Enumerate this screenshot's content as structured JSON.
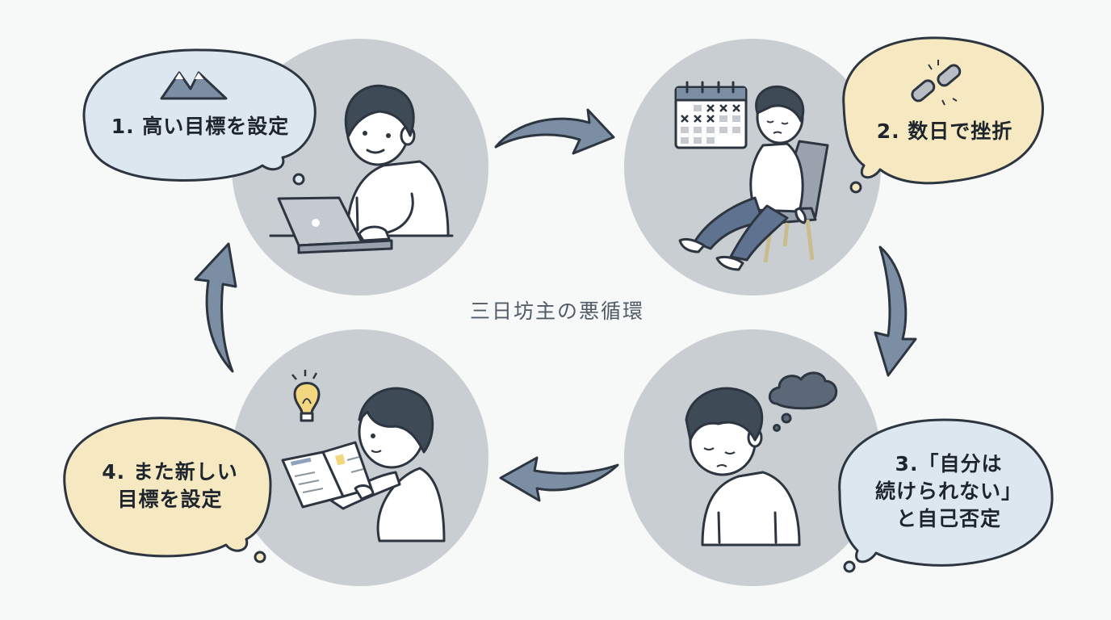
{
  "diagram": {
    "title": "三日坊主の悪循環",
    "type": "cycle",
    "colors": {
      "background": "#f7f8f8",
      "scene_circle": "#c9ced3",
      "bubble_blue": "#dde7ef",
      "bubble_yellow": "#f6e9c2",
      "arrow_fill": "#7b8ea3",
      "outline": "#2c3540",
      "title_text": "#4f5b67"
    },
    "steps": [
      {
        "number": "1",
        "label": "1. 高い目標を設定",
        "lines": [
          "1. 高い目標を設定"
        ],
        "bubble_color": "blue",
        "icon": "mountain-icon",
        "scene": "person-typing-on-laptop-smiling"
      },
      {
        "number": "2",
        "label": "2. 数日で挫折",
        "lines": [
          "2. 数日で挫折"
        ],
        "bubble_color": "yellow",
        "icon": "broken-chain-icon",
        "scene": "person-slumped-in-chair-with-calendar-crossed-days"
      },
      {
        "number": "3",
        "label": "3.「自分は続けられない」と自己否定",
        "lines": [
          "3.「自分は",
          "続けられない」",
          "と自己否定"
        ],
        "bubble_color": "blue",
        "icon": "dark-thought-cloud-icon",
        "scene": "person-head-down-sad"
      },
      {
        "number": "4",
        "label": "4. また新しい目標を設定",
        "lines": [
          "4. また新しい",
          "目標を設定"
        ],
        "bubble_color": "yellow",
        "icon": "lightbulb-icon",
        "scene": "person-reading-book-smiling"
      }
    ],
    "arrows": [
      {
        "from": "1",
        "to": "2",
        "direction": "right"
      },
      {
        "from": "2",
        "to": "3",
        "direction": "down"
      },
      {
        "from": "3",
        "to": "4",
        "direction": "left"
      },
      {
        "from": "4",
        "to": "1",
        "direction": "up"
      }
    ]
  }
}
